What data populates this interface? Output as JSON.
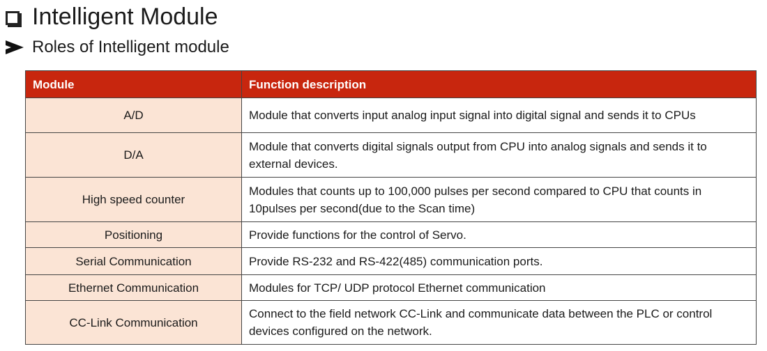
{
  "header": {
    "title": "Intelligent Module",
    "subtitle": "Roles of Intelligent module"
  },
  "table": {
    "columns": [
      "Module",
      "Function description"
    ],
    "rows": [
      {
        "module": "A/D",
        "description": "Module that converts input analog input signal into digital signal and sends it to CPUs"
      },
      {
        "module": "D/A",
        "description": "Module that converts digital signals output from CPU into analog signals and sends it to external devices."
      },
      {
        "module": "High speed counter",
        "description": "Modules that counts up to 100,000 pulses per second compared to CPU that counts in 10pulses per second(due to the Scan time)"
      },
      {
        "module": "Positioning",
        "description": "Provide functions for the control of Servo."
      },
      {
        "module": "Serial Communication",
        "description": "Provide RS-232 and RS-422(485) communication ports."
      },
      {
        "module": "Ethernet Communication",
        "description": "Modules for TCP/ UDP protocol Ethernet communication"
      },
      {
        "module": "CC-Link Communication",
        "description": "Connect to the field network CC-Link and communicate data between the PLC or control devices configured on the network."
      }
    ]
  },
  "colors": {
    "header_bg": "#c8260e",
    "module_cell_bg": "#fbe4d5"
  },
  "icons": {
    "title": "square-bullet-icon",
    "subtitle": "arrow-bullet-icon"
  }
}
